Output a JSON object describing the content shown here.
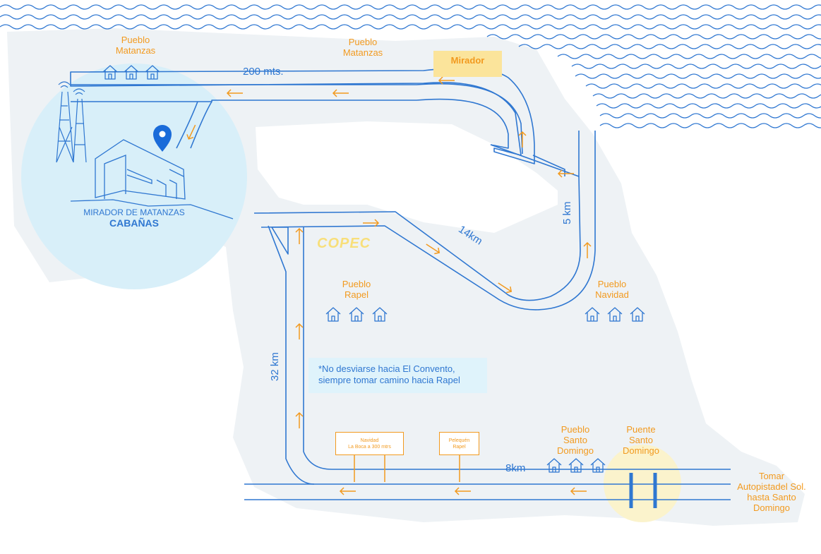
{
  "labels": {
    "pueblo_matanzas_1": [
      "Pueblo",
      "Matanzas"
    ],
    "pueblo_matanzas_2": [
      "Pueblo",
      "Matanzas"
    ],
    "mirador": "Mirador",
    "dist_200": "200 mts.",
    "dist_5": "5 km",
    "dist_14": "14km",
    "dist_32": "32 km",
    "dist_8": "8km",
    "place_title": "MIRADOR DE MATANZAS",
    "place_subtitle": "CABAÑAS",
    "copec": "COPEC",
    "pueblo_rapel": [
      "Pueblo",
      "Rapel"
    ],
    "pueblo_navidad": [
      "Pueblo",
      "Navidad"
    ],
    "pueblo_santo_domingo": [
      "Pueblo",
      "Santo",
      "Domingo"
    ],
    "puente_santo_domingo": [
      "Puente",
      "Santo",
      "Domingo"
    ],
    "tomar": [
      "Tomar",
      "Autopistadel Sol.",
      "hasta Santo",
      "Domingo"
    ],
    "note": [
      "*No desviarse hacia El Convento,",
      "siempre tomar camino hacia Rapel"
    ],
    "sign_navidad": [
      "Navidad",
      "La Boca a 300 mtrs"
    ],
    "sign_pelequen": [
      "Pelequén",
      "Rapel"
    ]
  },
  "colors": {
    "road_stroke": "#2f77d1",
    "road_fill": "#e1f3fb",
    "accent_orange": "#f29a1f",
    "land": "#eef2f5",
    "highlight_circle": "#d8eff9",
    "bridge_circle": "#fbf3cc",
    "mirador_box": "#fbe49b"
  },
  "icons": [
    "house-icon",
    "pin-icon",
    "antenna-icon",
    "arrow-icon",
    "bridge-icon",
    "cabin-icon",
    "waves"
  ]
}
